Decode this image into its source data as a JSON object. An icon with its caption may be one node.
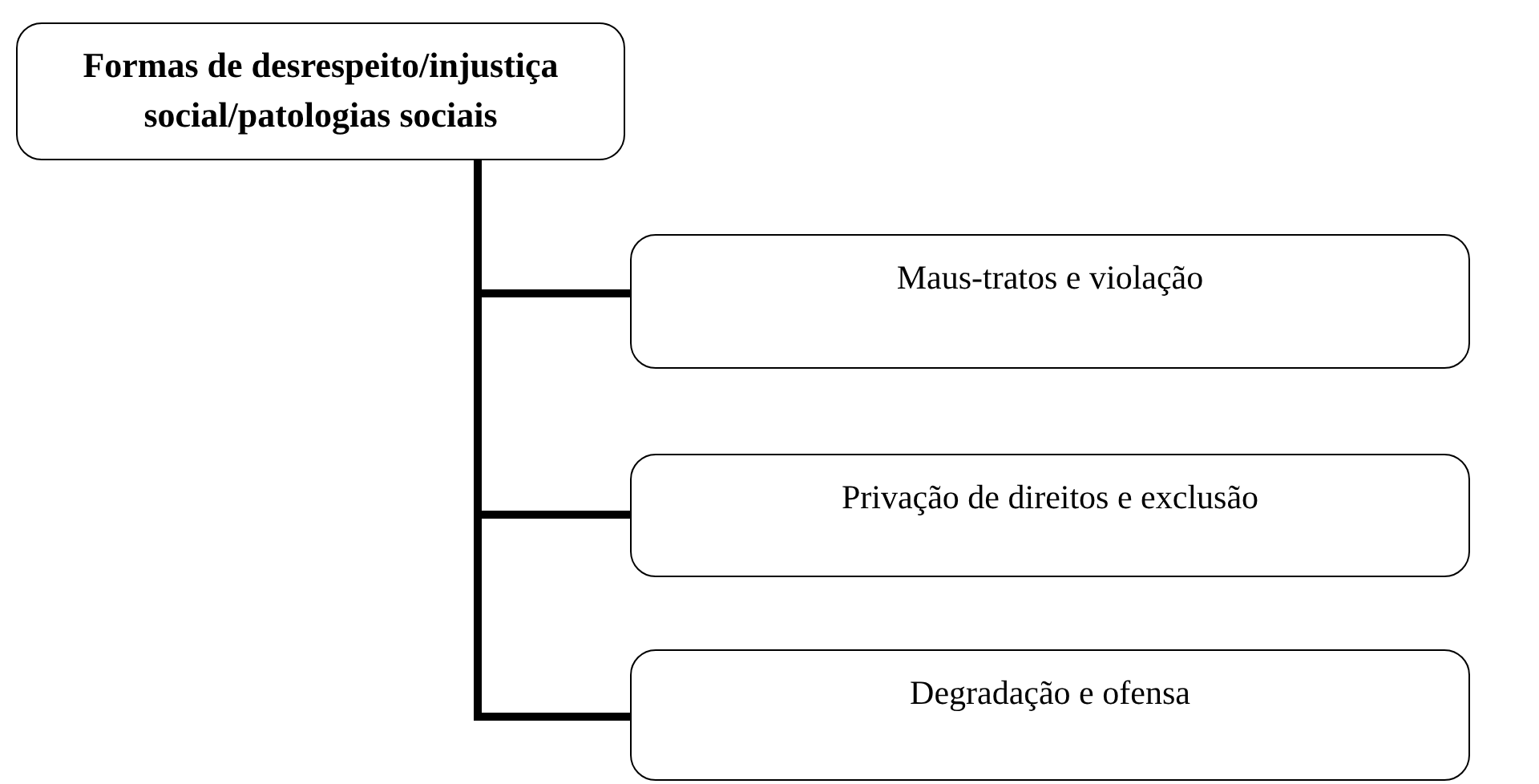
{
  "diagram": {
    "nodes": [
      {
        "text": [
          "Formas de desrespeito/injustiça social/patologias sociais"
        ]
      },
      {
        "text": [
          "Maus-tratos e violação"
        ]
      },
      {
        "text": [
          "Privação de direitos e exclusão"
        ]
      },
      {
        "text": [
          "Degradação e ofensa"
        ]
      }
    ],
    "edges": [
      {
        "from": 0,
        "to": 1,
        "arrow": "none"
      },
      {
        "from": 0,
        "to": 2,
        "arrow": "none"
      },
      {
        "from": 0,
        "to": 3,
        "arrow": "none"
      }
    ]
  }
}
